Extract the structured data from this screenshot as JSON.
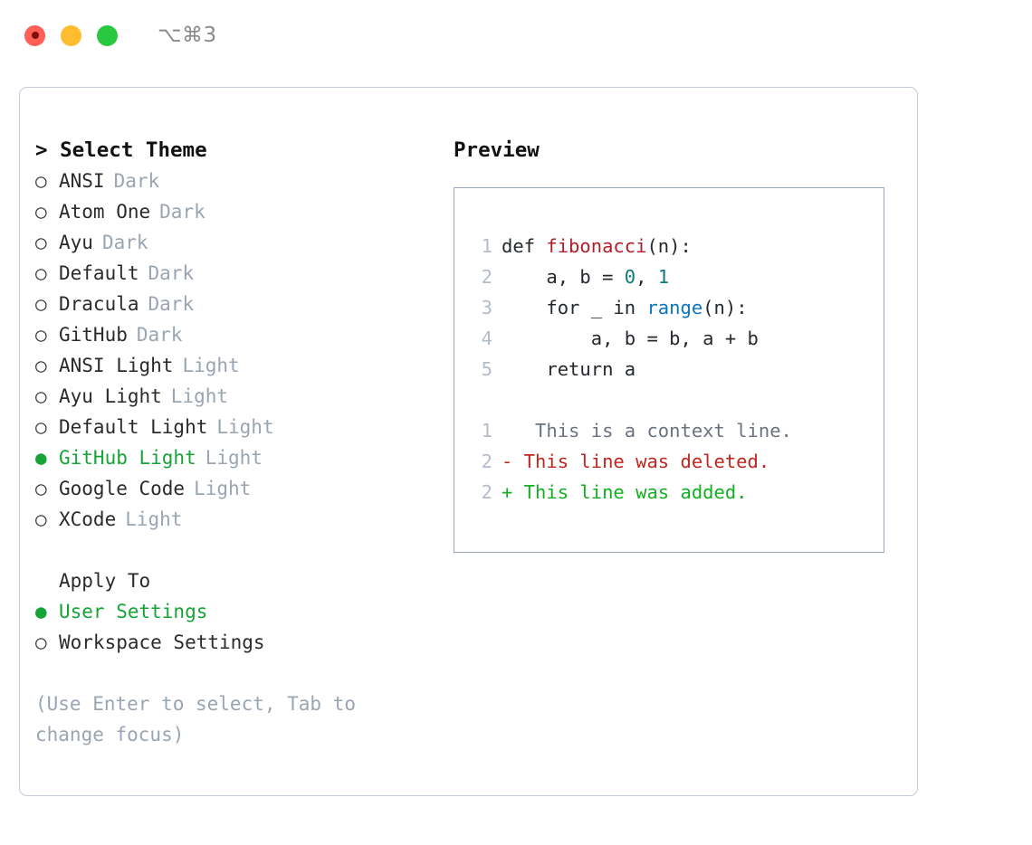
{
  "titlebar": {
    "shortcut": "⌥⌘3",
    "buttons": [
      "close",
      "minimize",
      "maximize"
    ]
  },
  "theme_picker": {
    "header": "> Select Theme",
    "focused": true,
    "options": [
      {
        "radio": "○",
        "label": "ANSI",
        "tag": "Dark",
        "selected": false
      },
      {
        "radio": "○",
        "label": "Atom One",
        "tag": "Dark",
        "selected": false
      },
      {
        "radio": "○",
        "label": "Ayu",
        "tag": "Dark",
        "selected": false
      },
      {
        "radio": "○",
        "label": "Default",
        "tag": "Dark",
        "selected": false
      },
      {
        "radio": "○",
        "label": "Dracula",
        "tag": "Dark",
        "selected": false
      },
      {
        "radio": "○",
        "label": "GitHub",
        "tag": "Dark",
        "selected": false
      },
      {
        "radio": "○",
        "label": "ANSI Light",
        "tag": "Light",
        "selected": false
      },
      {
        "radio": "○",
        "label": "Ayu Light",
        "tag": "Light",
        "selected": false
      },
      {
        "radio": "○",
        "label": "Default Light",
        "tag": "Light",
        "selected": false
      },
      {
        "radio": "●",
        "label": "GitHub Light",
        "tag": "Light",
        "selected": true
      },
      {
        "radio": "○",
        "label": "Google Code",
        "tag": "Light",
        "selected": false
      },
      {
        "radio": "○",
        "label": "XCode",
        "tag": "Light",
        "selected": false
      }
    ]
  },
  "apply_to": {
    "header": "Apply To",
    "options": [
      {
        "radio": "●",
        "label": "User Settings",
        "selected": true
      },
      {
        "radio": "○",
        "label": "Workspace Settings",
        "selected": false
      }
    ]
  },
  "hint": "(Use Enter to select, Tab to change focus)",
  "preview": {
    "title": "Preview",
    "code_lines": [
      {
        "number": "1",
        "segments": [
          {
            "text": "def ",
            "style": "plain"
          },
          {
            "text": "fibonacci",
            "style": "fn"
          },
          {
            "text": "(n):",
            "style": "plain"
          }
        ]
      },
      {
        "number": "2",
        "segments": [
          {
            "text": "    a, b = ",
            "style": "plain"
          },
          {
            "text": "0",
            "style": "num"
          },
          {
            "text": ", ",
            "style": "plain"
          },
          {
            "text": "1",
            "style": "num"
          }
        ]
      },
      {
        "number": "3",
        "segments": [
          {
            "text": "    for _ in ",
            "style": "plain"
          },
          {
            "text": "range",
            "style": "call"
          },
          {
            "text": "(n):",
            "style": "plain"
          }
        ]
      },
      {
        "number": "4",
        "segments": [
          {
            "text": "        a, b = b, a + b",
            "style": "plain"
          }
        ]
      },
      {
        "number": "5",
        "segments": [
          {
            "text": "    return a",
            "style": "plain"
          }
        ]
      }
    ],
    "diff_lines": [
      {
        "number": "1",
        "marker": " ",
        "text": "  This is a context line.",
        "kind": "context"
      },
      {
        "number": "2",
        "marker": "-",
        "text": " This line was deleted.",
        "kind": "deleted"
      },
      {
        "number": "2",
        "marker": "+",
        "text": " This line was added.",
        "kind": "added"
      }
    ]
  },
  "colors": {
    "accent_green": "#16a437",
    "muted": "#9aa5b4",
    "border": "#c2cad6",
    "code_border": "#9aa7b8",
    "fn": "#b31d28",
    "num": "#0a7b78",
    "call": "#0a75c2",
    "diff_add": "#12b020",
    "diff_del": "#c0261d"
  }
}
